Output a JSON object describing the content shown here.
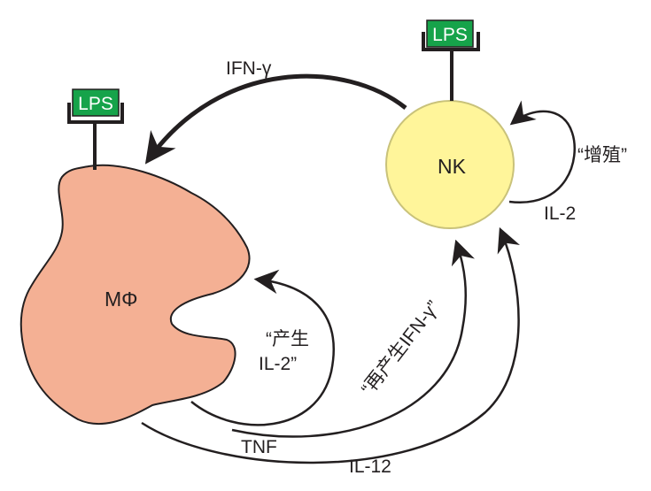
{
  "cells": {
    "macrophage": {
      "label": "MΦ",
      "fill": "#f4b094",
      "stroke": "#231f20"
    },
    "nk": {
      "label": "NK",
      "fill": "#fff59a",
      "stroke": "#c9c27a"
    }
  },
  "receptors": {
    "left": {
      "label": "LPS"
    },
    "right": {
      "label": "LPS"
    },
    "fill": "#16a34a"
  },
  "arrows": {
    "ifn_gamma": {
      "label": "IFN-γ"
    },
    "proliferation": {
      "label": "“增殖”"
    },
    "il2": {
      "label": "IL-2"
    },
    "produce_il2": {
      "line1": "“产生",
      "line2": "IL-2”"
    },
    "reproduce_ifn": {
      "label": "“再产生IFN-γ”"
    },
    "tnf": {
      "label": "TNF"
    },
    "il12": {
      "label": "IL-12"
    }
  },
  "colors": {
    "line": "#231f20"
  }
}
